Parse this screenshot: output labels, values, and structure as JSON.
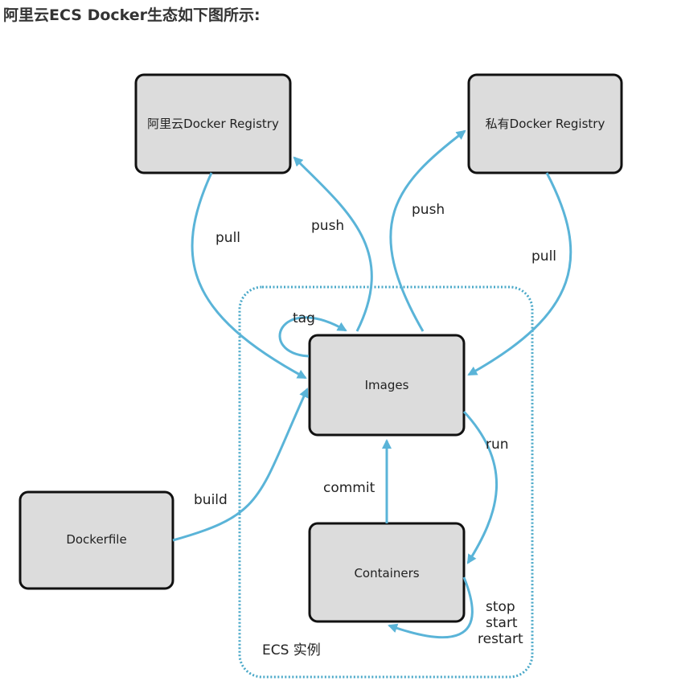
{
  "heading": "阿里云ECS Docker生态如下图所示:",
  "boundary_label": "ECS 实例",
  "nodes": {
    "aliyun_registry": "阿里云Docker Registry",
    "private_registry": "私有Docker Registry",
    "images": "Images",
    "containers": "Containers",
    "dockerfile": "Dockerfile"
  },
  "edges": {
    "pull_left": "pull",
    "push_left": "push",
    "push_right": "push",
    "pull_right": "pull",
    "tag": "tag",
    "run": "run",
    "commit": "commit",
    "build": "build",
    "stop": "stop",
    "start": "start",
    "restart": "restart"
  },
  "colors": {
    "arrow": "#5ab4d8",
    "boundary": "#4aa8c8",
    "box_fill": "#dcdcdc"
  }
}
